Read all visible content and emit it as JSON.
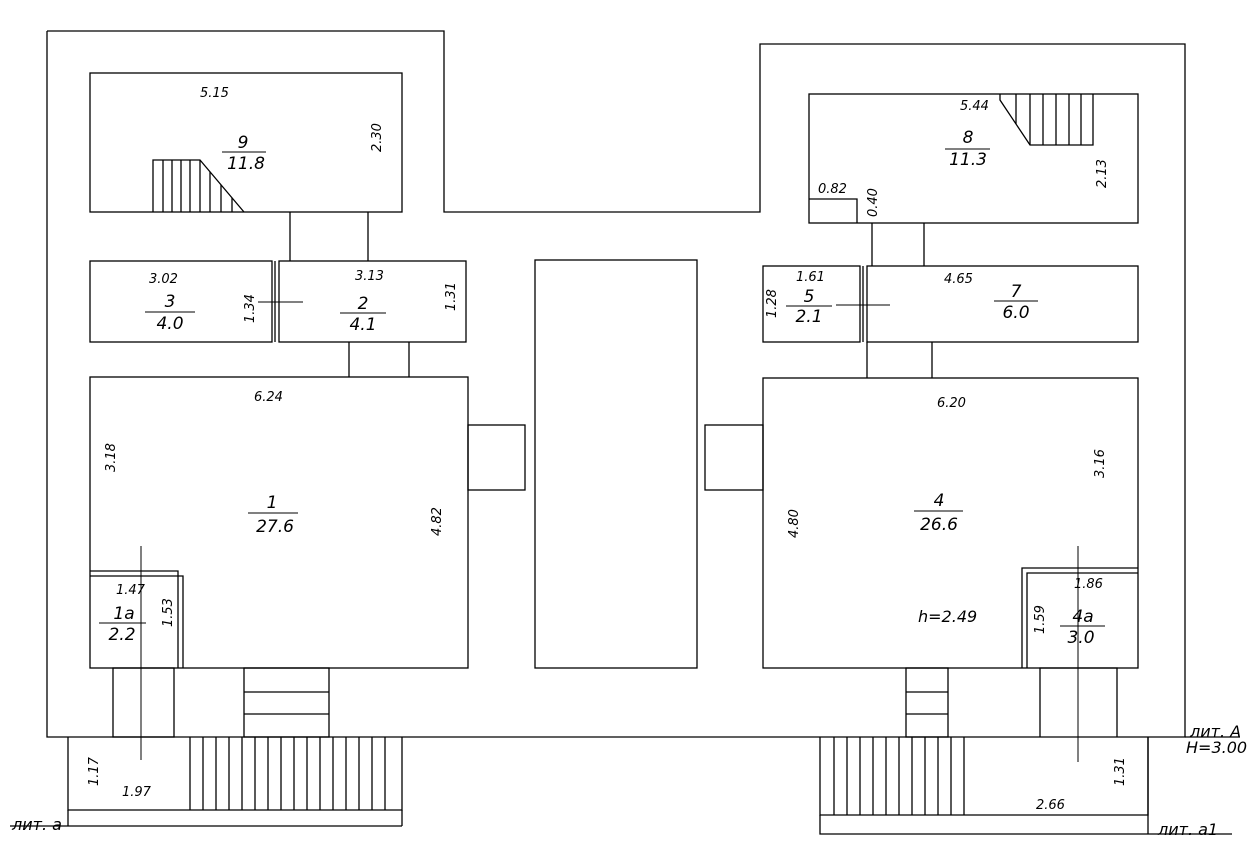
{
  "rooms": [
    {
      "id": "1",
      "number": "1",
      "area": "27.6",
      "width": "6.24",
      "depth": "4.82",
      "extra": "3.18"
    },
    {
      "id": "1a",
      "number": "1a",
      "area": "2.2",
      "width": "1.47",
      "depth": "1.53"
    },
    {
      "id": "2",
      "number": "2",
      "area": "4.1",
      "width": "3.13",
      "depth": "1.31"
    },
    {
      "id": "3",
      "number": "3",
      "area": "4.0",
      "width": "3.02",
      "depth": "1.34"
    },
    {
      "id": "4",
      "number": "4",
      "area": "26.6",
      "width": "6.20",
      "depth": "4.80",
      "extra": "3.16",
      "height": "h=2.49"
    },
    {
      "id": "4a",
      "number": "4a",
      "area": "3.0",
      "width": "1.86",
      "depth": "1.59"
    },
    {
      "id": "5",
      "number": "5",
      "area": "2.1",
      "width": "1.61",
      "depth": "1.28"
    },
    {
      "id": "7",
      "number": "7",
      "area": "6.0",
      "width": "4.65"
    },
    {
      "id": "8",
      "number": "8",
      "area": "11.3",
      "width": "5.44",
      "depth": "2.13",
      "niche_w": "0.82",
      "niche_d": "0.40"
    },
    {
      "id": "9",
      "number": "9",
      "area": "11.8",
      "width": "5.15",
      "depth": "2.30"
    }
  ],
  "porch_left": {
    "depth": "1.17",
    "width": "1.97"
  },
  "porch_right": {
    "depth": "1.31",
    "width": "2.66"
  },
  "labels": {
    "lit_a": "лит. А",
    "height_total": "Н=3.00",
    "lit_a_small": "лит. а",
    "lit_a1": "лит. а1"
  }
}
